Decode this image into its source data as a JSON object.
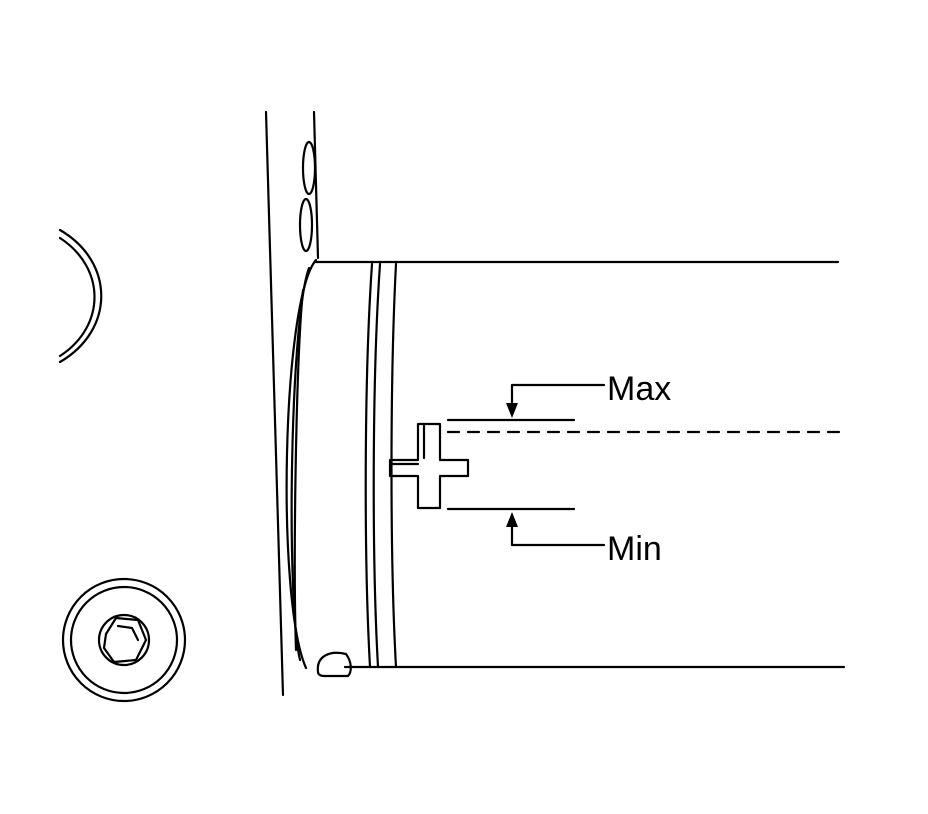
{
  "labels": {
    "max": "Max",
    "min": "Min"
  },
  "colors": {
    "line": "#000000",
    "background": "#ffffff"
  },
  "icons": {
    "level_mark": "plus-sign-level-mark",
    "fastener": "hex-socket-bolt-icon"
  }
}
